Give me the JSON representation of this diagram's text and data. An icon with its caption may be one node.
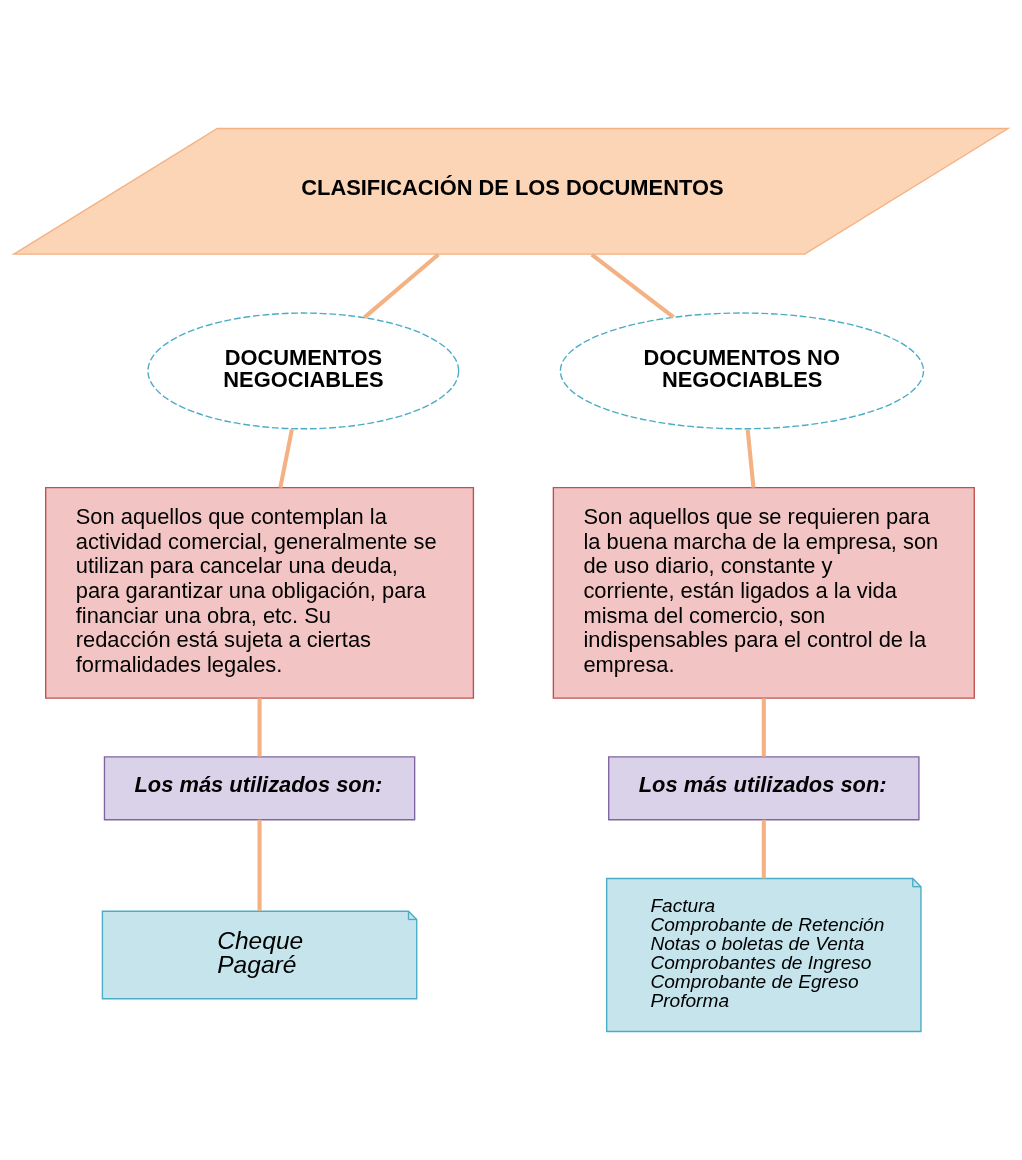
{
  "diagram": {
    "nodes": [
      {
        "text": [
          "CLASIFICACIÓN DE LOS DOCUMENTOS"
        ]
      },
      {
        "text": [
          "DOCUMENTOS NEGOCIABLES"
        ]
      },
      {
        "text": [
          "DOCUMENTOS NO NEGOCIABLES"
        ]
      },
      {
        "text": [
          "Son aquellos que contemplan la actividad comercial, generalmente se utilizan para cancelar una deuda, para garantizar una obligación, para financiar una obra, etc. Su redacción está sujeta a ciertas formalidades legales."
        ]
      },
      {
        "text": [
          "Son aquellos que se requieren para la buena marcha de la empresa, son de uso diario, constante y corriente, están ligados a la vida misma del comercio, son indispensables para el control de la empresa."
        ]
      },
      {
        "text": [
          "Los más utilizados son:"
        ]
      },
      {
        "text": [
          "Los más utilizados son:"
        ]
      },
      {
        "text": [
          "Cheque",
          "Pagaré"
        ]
      },
      {
        "text": [
          "Factura",
          "Comprobante de Retención",
          "Notas o boletas de Venta",
          "Comprobantes de Ingreso",
          "Comprobante de Egreso",
          "Proforma"
        ]
      }
    ],
    "edges": [
      {
        "from": 0,
        "to": 1,
        "arrow": "none"
      },
      {
        "from": 0,
        "to": 2,
        "arrow": "none"
      },
      {
        "from": 1,
        "to": 3,
        "arrow": "none"
      },
      {
        "from": 2,
        "to": 4,
        "arrow": "none"
      },
      {
        "from": 3,
        "to": 5,
        "arrow": "none"
      },
      {
        "from": 4,
        "to": 6,
        "arrow": "none"
      },
      {
        "from": 5,
        "to": 7,
        "arrow": "none"
      },
      {
        "from": 6,
        "to": 8,
        "arrow": "none"
      }
    ]
  }
}
